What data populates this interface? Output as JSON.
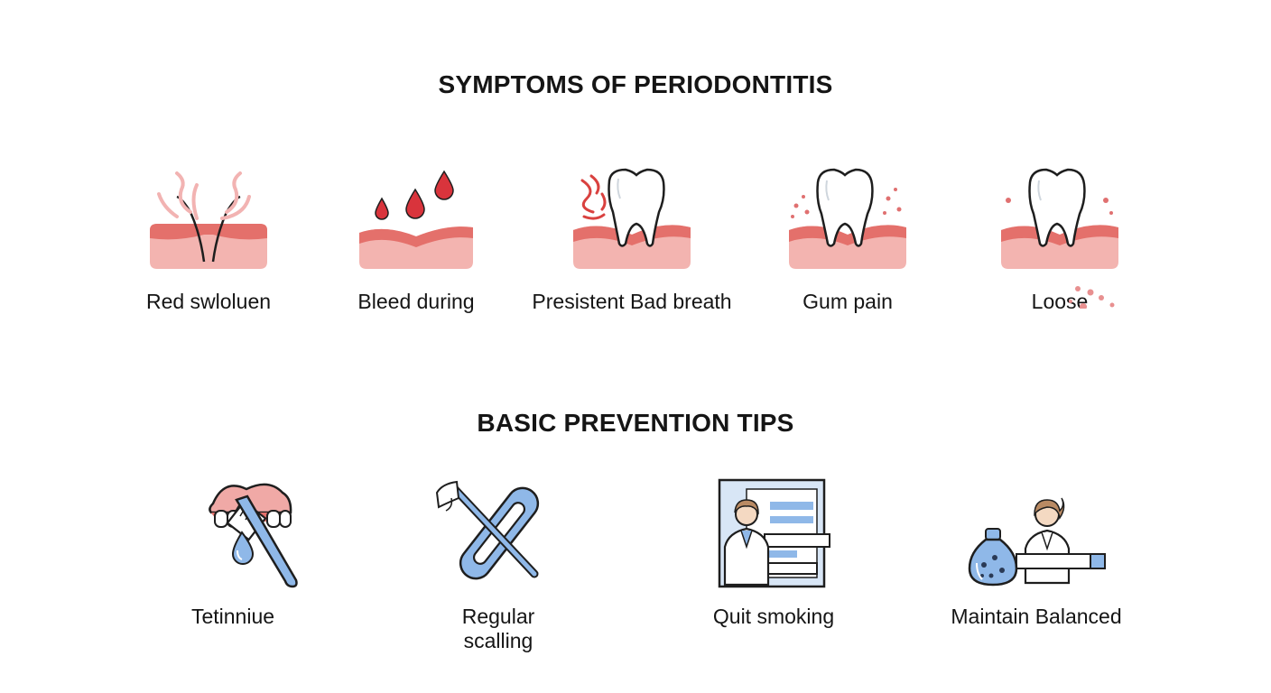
{
  "symptoms": {
    "title": "SYMPTOMS OF PERIODONTITIS",
    "items": [
      {
        "label": "Red swloluen",
        "icon": "swollen-gum-icon"
      },
      {
        "label": "Bleed during",
        "icon": "bleeding-gum-icon"
      },
      {
        "label": "Presistent Bad breath",
        "icon": "bad-breath-tooth-icon"
      },
      {
        "label": "Gum pain",
        "icon": "gum-pain-tooth-icon"
      },
      {
        "label": "Loose",
        "icon": "loose-tooth-icon"
      }
    ]
  },
  "prevention": {
    "title": "BASIC PREVENTION TIPS",
    "items": [
      {
        "label": "Tetinniue",
        "icon": "toothbrush-teeth-icon"
      },
      {
        "label": "Regular scalling",
        "icon": "scaling-tools-icon"
      },
      {
        "label": "Quit smoking",
        "icon": "doctor-chart-icon"
      },
      {
        "label": "Maintain Balanced",
        "icon": "nutrition-person-icon"
      }
    ]
  },
  "colors": {
    "gum": "#f0a9a6",
    "gum_dark": "#e0605e",
    "blood": "#d9343c",
    "tooth_outline": "#1e1e1e",
    "tool_blue": "#8fb8e8",
    "tool_outline": "#2a3a55"
  }
}
